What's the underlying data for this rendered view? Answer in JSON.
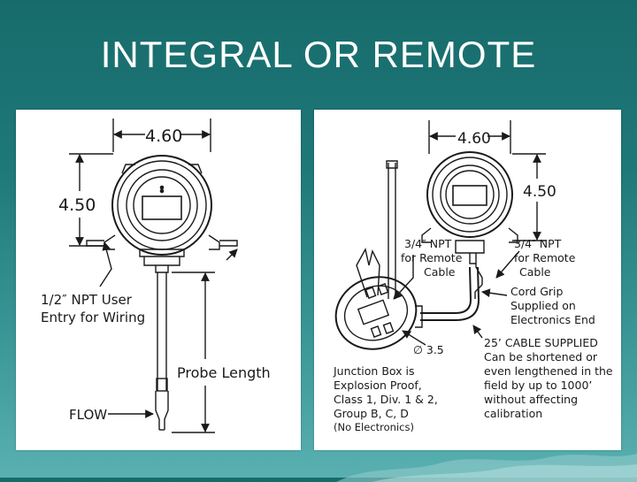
{
  "slide": {
    "title": "INTEGRAL OR REMOTE"
  },
  "integral": {
    "width_dim": "4.60",
    "height_dim": "4.50",
    "entry_line1": "1/2″ NPT User",
    "entry_line2": "Entry for Wiring",
    "probe_length": "Probe Length",
    "flow": "FLOW"
  },
  "remote": {
    "width_dim": "4.60",
    "height_dim": "4.50",
    "npt_left_1": "3/4″ NPT",
    "npt_left_2": "for Remote",
    "npt_left_3": "Cable",
    "npt_right_1": "3/4″ NPT",
    "npt_right_2": "for Remote",
    "npt_right_3": "Cable",
    "grip_1": "Cord Grip",
    "grip_2": "Supplied on",
    "grip_3": "Electronics End",
    "diameter": "∅ 3.5",
    "cable_1": "25’ CABLE SUPPLIED",
    "cable_2": "Can be shortened or",
    "cable_3": "even lengthened in the",
    "cable_4": "field by up to 1000’",
    "cable_5": "without affecting",
    "cable_6": "calibration",
    "jbox_1": "Junction Box is",
    "jbox_2": "Explosion Proof,",
    "jbox_3": "Class 1, Div. 1 & 2,",
    "jbox_4": "Group B, C, D",
    "jbox_5": "(No Electronics)"
  }
}
